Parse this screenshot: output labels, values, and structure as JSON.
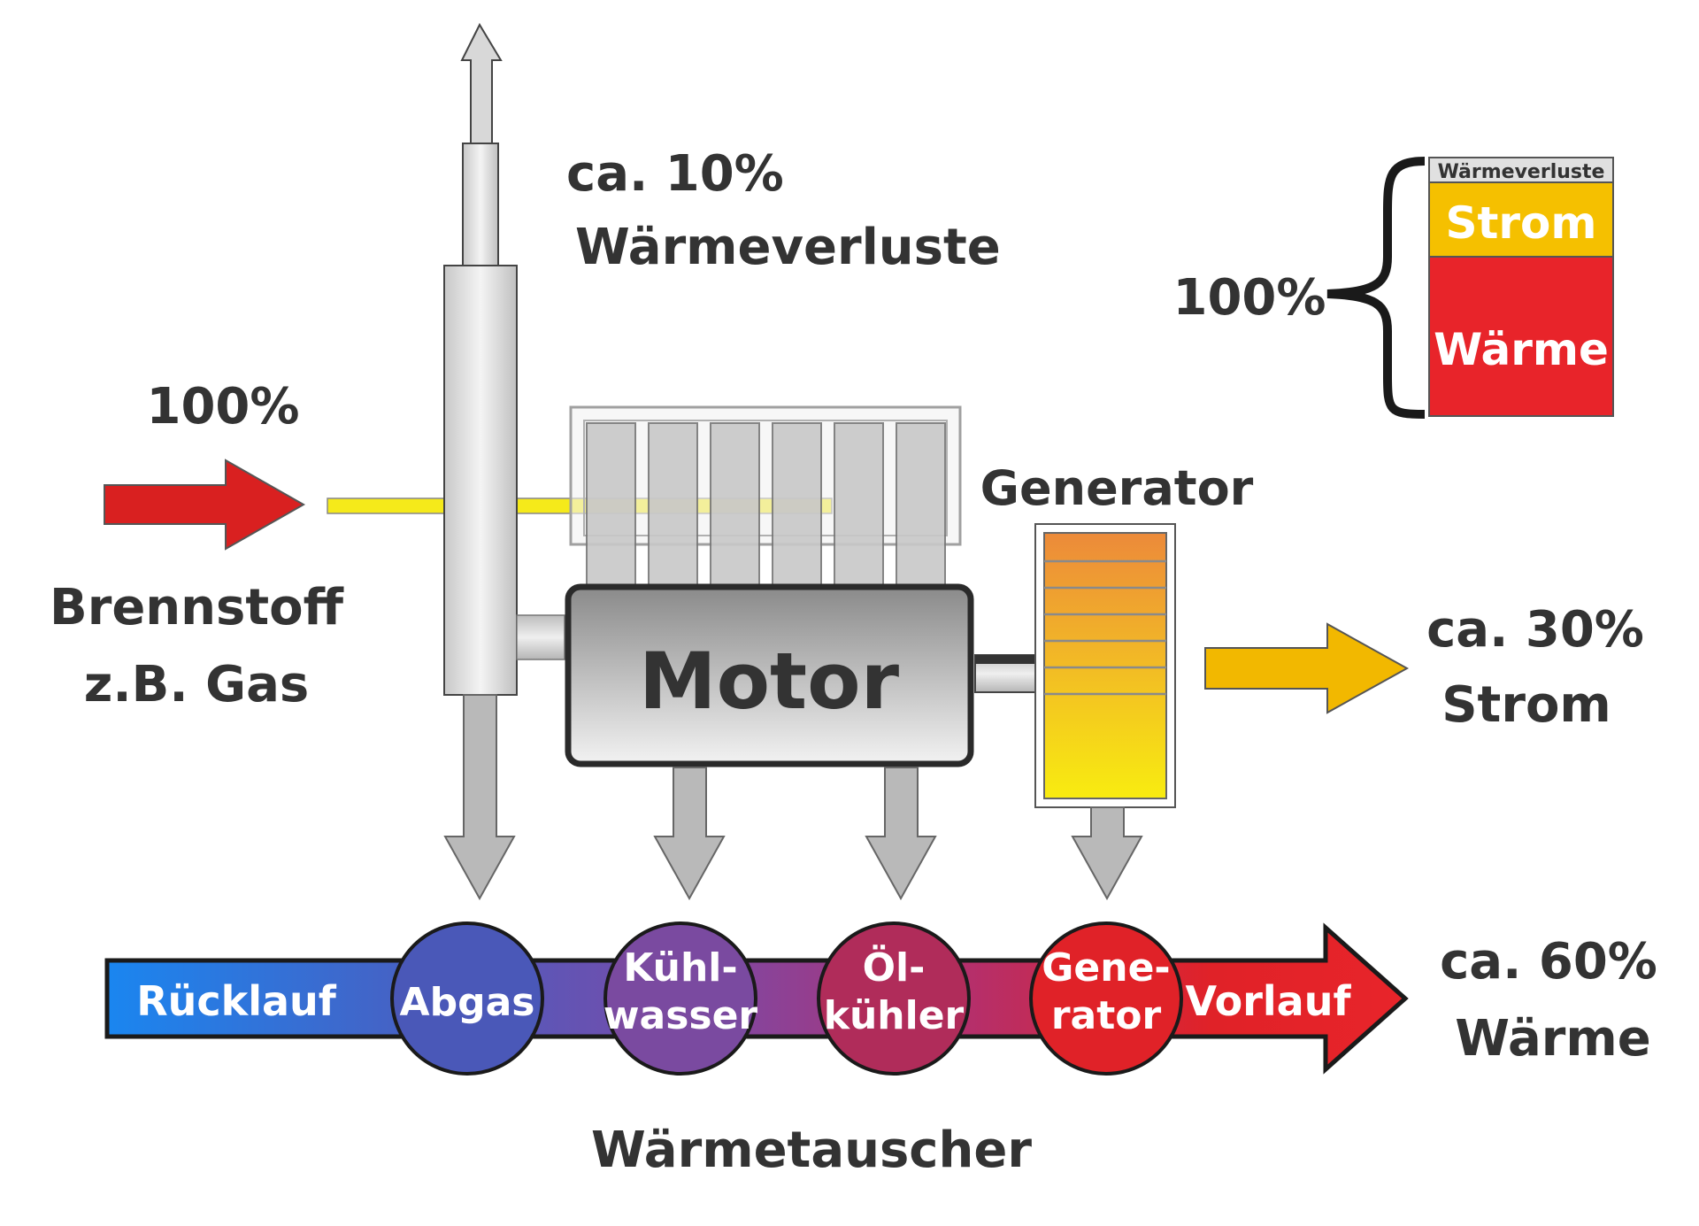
{
  "labels": {
    "fuel_percent": "100%",
    "fuel_line1": "Brennstoff",
    "fuel_line2": "z.B. Gas",
    "loss_line1": "ca. 10%",
    "loss_line2": "Wärmeverluste",
    "motor": "Motor",
    "generator": "Generator",
    "power_line1": "ca. 30%",
    "power_line2": "Strom",
    "heat_line1": "ca. 60%",
    "heat_line2": "Wärme",
    "exchanger": "Wärmetauscher"
  },
  "legend": {
    "total": "100%",
    "losses": "Wärmeverluste",
    "power": "Strom",
    "heat": "Wärme"
  },
  "flow": {
    "return": "Rücklauf",
    "supply": "Vorlauf",
    "exchangers": [
      {
        "line1": "Abgas",
        "line2": ""
      },
      {
        "line1": "Kühl-",
        "line2": "wasser"
      },
      {
        "line1": "Öl-",
        "line2": "kühler"
      },
      {
        "line1": "Gene-",
        "line2": "rator"
      }
    ]
  },
  "colors": {
    "fuel_arrow": "#d92020",
    "power_arrow": "#f2b800",
    "heat": "#e8242a",
    "power": "#f5c000",
    "losses": "#e0e0e0",
    "return": "#1a7ee8"
  }
}
